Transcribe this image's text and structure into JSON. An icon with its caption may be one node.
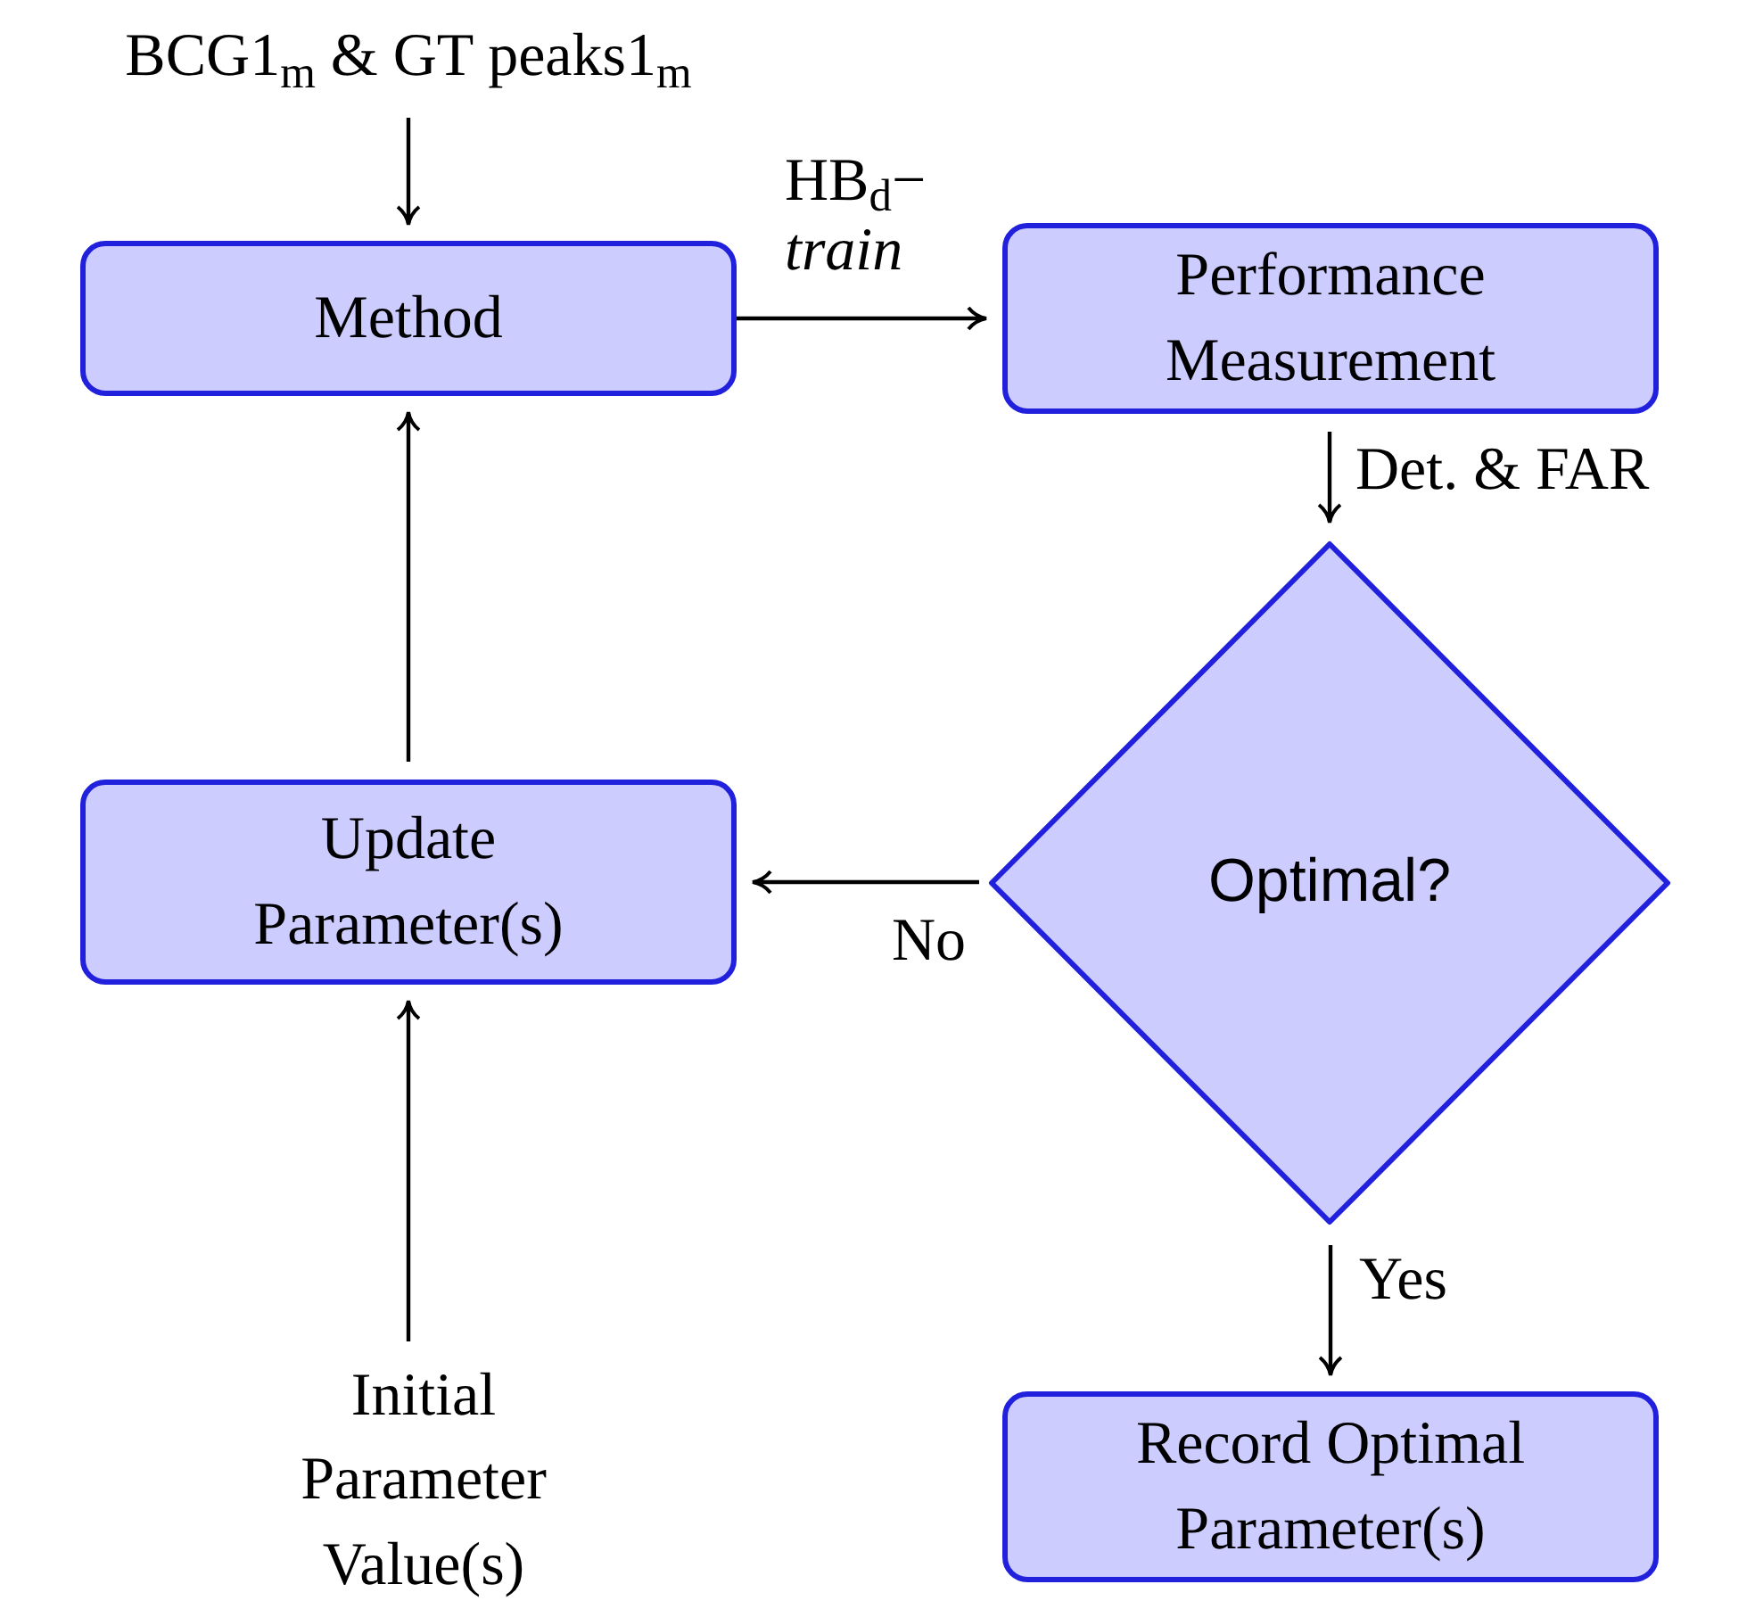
{
  "diagram": {
    "nodes": [
      {
        "text": [
          "BCG1$_{m}$ & GT peaks1$_{m}$"
        ]
      },
      {
        "text": [
          "Method"
        ]
      },
      {
        "text": [
          "Performance Measurement"
        ]
      },
      {
        "text": [
          "Optimal?"
        ]
      },
      {
        "text": [
          "Update Parameter(s)"
        ]
      },
      {
        "text": [
          "Initial Parameter Value(s)"
        ]
      },
      {
        "text": [
          "Record Optimal Parameter(s)"
        ]
      }
    ],
    "edges": [
      {
        "from": 0,
        "to": 1,
        "arrow": "to"
      },
      {
        "from": 1,
        "to": 2,
        "arrow": "to",
        "label": "HB$_{d}$− *train*"
      },
      {
        "from": 2,
        "to": 3,
        "arrow": "to",
        "label": "Det. & FAR"
      },
      {
        "from": 3,
        "to": 4,
        "arrow": "to",
        "label": "No"
      },
      {
        "from": 3,
        "to": 6,
        "arrow": "to",
        "label": "Yes"
      },
      {
        "from": 4,
        "to": 1,
        "arrow": "to"
      },
      {
        "from": 5,
        "to": 4,
        "arrow": "to"
      }
    ]
  }
}
